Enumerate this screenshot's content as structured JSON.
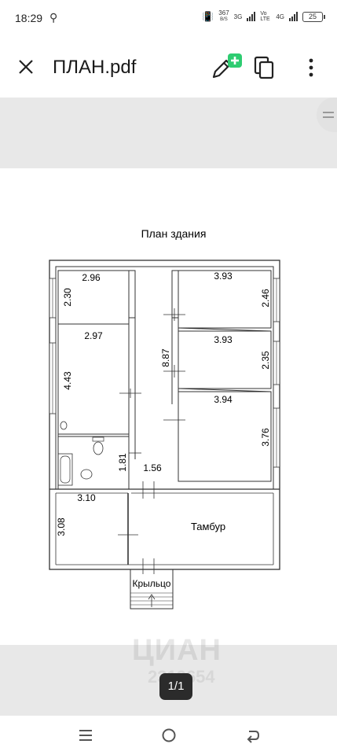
{
  "status_bar": {
    "time": "18:29",
    "net_speed_value": "367",
    "net_speed_unit": "B/S",
    "net1": "3G",
    "volte": "Vo LTE",
    "net2": "4G",
    "battery": "25"
  },
  "app_bar": {
    "title": "ПЛАН.pdf",
    "accent": "#2ecc71"
  },
  "document": {
    "heading": "План здания",
    "rooms": {
      "r1_width": "2.96",
      "r1_height": "2.30",
      "r2_width": "2.97",
      "r2_height": "4.43",
      "bath_height": "1.81",
      "corridor_length": "8.87",
      "corridor_width": "1.56",
      "r3_width": "3.93",
      "r3_height": "2.46",
      "r4_width": "3.93",
      "r4_height": "2.35",
      "r5_width": "3.94",
      "r5_height": "3.76",
      "r6_width": "3.10",
      "r6_height": "3.08",
      "vestibule": "Тамбур",
      "porch": "Крыльцо"
    }
  },
  "watermark": {
    "brand": "ЦИАН",
    "code": "2319654"
  },
  "page_indicator": "1/1"
}
